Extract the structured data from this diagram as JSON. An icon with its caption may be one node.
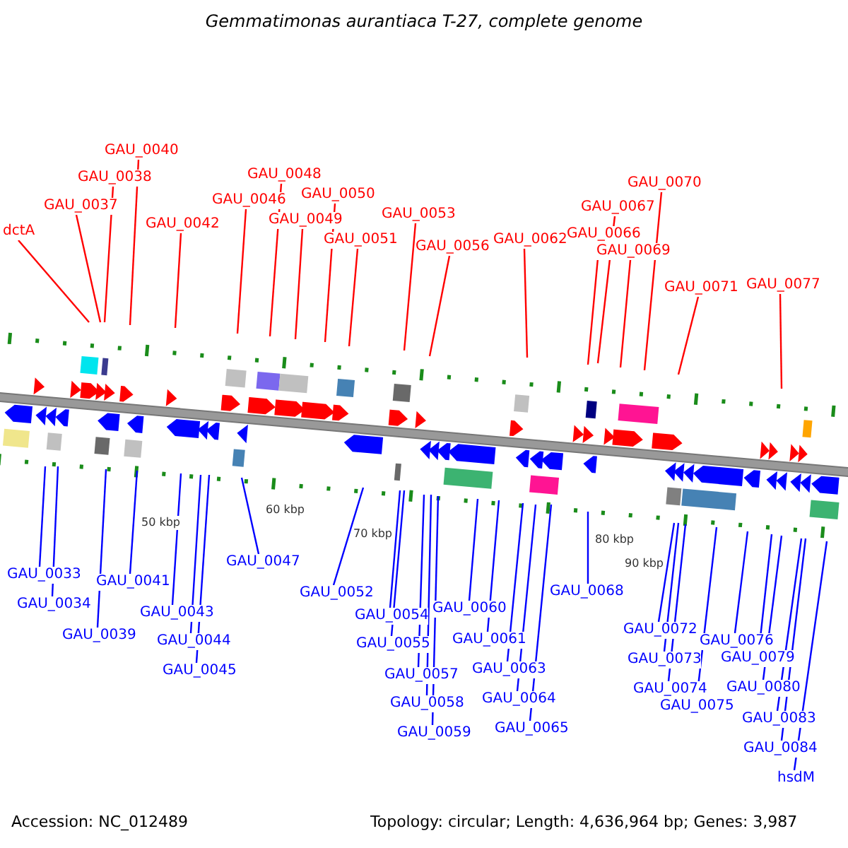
{
  "diagram": {
    "title": "Gemmatimonas aurantiaca T-27, complete genome",
    "nodes": [
      {
        "text": [
          "dctA"
        ]
      },
      {
        "text": [
          "GAU_0037"
        ]
      },
      {
        "text": [
          "GAU_0038"
        ]
      },
      {
        "text": [
          "GAU_0040"
        ]
      },
      {
        "text": [
          "GAU_0042"
        ]
      },
      {
        "text": [
          "GAU_0046"
        ]
      },
      {
        "text": [
          "GAU_0048"
        ]
      },
      {
        "text": [
          "GAU_0049"
        ]
      },
      {
        "text": [
          "GAU_0050"
        ]
      },
      {
        "text": [
          "GAU_0051"
        ]
      },
      {
        "text": [
          "GAU_0053"
        ]
      },
      {
        "text": [
          "GAU_0056"
        ]
      },
      {
        "text": [
          "GAU_0062"
        ]
      },
      {
        "text": [
          "GAU_0066"
        ]
      },
      {
        "text": [
          "GAU_0067"
        ]
      },
      {
        "text": [
          "GAU_0069"
        ]
      },
      {
        "text": [
          "GAU_0070"
        ]
      },
      {
        "text": [
          "GAU_0071"
        ]
      },
      {
        "text": [
          "GAU_0077"
        ]
      },
      {
        "text": [
          "GAU_0033"
        ]
      },
      {
        "text": [
          "GAU_0034"
        ]
      },
      {
        "text": [
          "GAU_0039"
        ]
      },
      {
        "text": [
          "GAU_0041"
        ]
      },
      {
        "text": [
          "GAU_0043"
        ]
      },
      {
        "text": [
          "GAU_0044"
        ]
      },
      {
        "text": [
          "GAU_0045"
        ]
      },
      {
        "text": [
          "GAU_0047"
        ]
      },
      {
        "text": [
          "GAU_0052"
        ]
      },
      {
        "text": [
          "GAU_0054"
        ]
      },
      {
        "text": [
          "GAU_0055"
        ]
      },
      {
        "text": [
          "GAU_0057"
        ]
      },
      {
        "text": [
          "GAU_0058"
        ]
      },
      {
        "text": [
          "GAU_0059"
        ]
      },
      {
        "text": [
          "GAU_0060"
        ]
      },
      {
        "text": [
          "GAU_0061"
        ]
      },
      {
        "text": [
          "GAU_0063"
        ]
      },
      {
        "text": [
          "GAU_0064"
        ]
      },
      {
        "text": [
          "GAU_0065"
        ]
      },
      {
        "text": [
          "GAU_0068"
        ]
      },
      {
        "text": [
          "GAU_0072"
        ]
      },
      {
        "text": [
          "GAU_0073"
        ]
      },
      {
        "text": [
          "GAU_0074"
        ]
      },
      {
        "text": [
          "GAU_0075"
        ]
      },
      {
        "text": [
          "GAU_0076"
        ]
      },
      {
        "text": [
          "GAU_0079"
        ]
      },
      {
        "text": [
          "GAU_0080"
        ]
      },
      {
        "text": [
          "GAU_0083"
        ]
      },
      {
        "text": [
          "GAU_0084"
        ]
      },
      {
        "text": [
          "hsdM"
        ]
      }
    ],
    "edges": [
      {
        "from": 0,
        "to": null,
        "arrow": "none",
        "color": "#ff0000"
      },
      {
        "from": 1,
        "to": null,
        "arrow": "none",
        "color": "#ff0000"
      },
      {
        "from": 2,
        "to": null,
        "arrow": "none",
        "color": "#ff0000"
      },
      {
        "from": 3,
        "to": null,
        "arrow": "none",
        "color": "#ff0000"
      },
      {
        "from": 4,
        "to": null,
        "arrow": "none",
        "color": "#ff0000"
      },
      {
        "from": 5,
        "to": null,
        "arrow": "none",
        "color": "#ff0000"
      },
      {
        "from": 6,
        "to": null,
        "arrow": "none",
        "color": "#ff0000"
      },
      {
        "from": 7,
        "to": null,
        "arrow": "none",
        "color": "#ff0000"
      },
      {
        "from": 8,
        "to": null,
        "arrow": "none",
        "color": "#ff0000"
      },
      {
        "from": 9,
        "to": null,
        "arrow": "none",
        "color": "#ff0000"
      },
      {
        "from": 10,
        "to": null,
        "arrow": "none",
        "color": "#ff0000"
      },
      {
        "from": 11,
        "to": null,
        "arrow": "none",
        "color": "#ff0000"
      },
      {
        "from": 12,
        "to": null,
        "arrow": "none",
        "color": "#ff0000"
      },
      {
        "from": 13,
        "to": null,
        "arrow": "none",
        "color": "#ff0000"
      },
      {
        "from": 14,
        "to": null,
        "arrow": "none",
        "color": "#ff0000"
      },
      {
        "from": 15,
        "to": null,
        "arrow": "none",
        "color": "#ff0000"
      },
      {
        "from": 16,
        "to": null,
        "arrow": "none",
        "color": "#ff0000"
      },
      {
        "from": 17,
        "to": null,
        "arrow": "none",
        "color": "#ff0000"
      },
      {
        "from": 18,
        "to": null,
        "arrow": "none",
        "color": "#ff0000"
      },
      {
        "from": 19,
        "to": null,
        "arrow": "none",
        "color": "#0000ff"
      },
      {
        "from": 20,
        "to": null,
        "arrow": "none",
        "color": "#0000ff"
      },
      {
        "from": 21,
        "to": null,
        "arrow": "none",
        "color": "#0000ff"
      },
      {
        "from": 22,
        "to": null,
        "arrow": "none",
        "color": "#0000ff"
      },
      {
        "from": 23,
        "to": null,
        "arrow": "none",
        "color": "#0000ff"
      },
      {
        "from": 24,
        "to": null,
        "arrow": "none",
        "color": "#0000ff"
      },
      {
        "from": 25,
        "to": null,
        "arrow": "none",
        "color": "#0000ff"
      },
      {
        "from": 26,
        "to": null,
        "arrow": "none",
        "color": "#0000ff"
      },
      {
        "from": 27,
        "to": null,
        "arrow": "none",
        "color": "#0000ff"
      },
      {
        "from": 28,
        "to": null,
        "arrow": "none",
        "color": "#0000ff"
      },
      {
        "from": 29,
        "to": null,
        "arrow": "none",
        "color": "#0000ff"
      },
      {
        "from": 30,
        "to": null,
        "arrow": "none",
        "color": "#0000ff"
      },
      {
        "from": 31,
        "to": null,
        "arrow": "none",
        "color": "#0000ff"
      },
      {
        "from": 32,
        "to": null,
        "arrow": "none",
        "color": "#0000ff"
      },
      {
        "from": 33,
        "to": null,
        "arrow": "none",
        "color": "#0000ff"
      },
      {
        "from": 34,
        "to": null,
        "arrow": "none",
        "color": "#0000ff"
      },
      {
        "from": 35,
        "to": null,
        "arrow": "none",
        "color": "#0000ff"
      },
      {
        "from": 36,
        "to": null,
        "arrow": "none",
        "color": "#0000ff"
      },
      {
        "from": 37,
        "to": null,
        "arrow": "none",
        "color": "#0000ff"
      },
      {
        "from": 38,
        "to": null,
        "arrow": "none",
        "color": "#0000ff"
      },
      {
        "from": 39,
        "to": null,
        "arrow": "none",
        "color": "#0000ff"
      },
      {
        "from": 40,
        "to": null,
        "arrow": "none",
        "color": "#0000ff"
      },
      {
        "from": 41,
        "to": null,
        "arrow": "none",
        "color": "#0000ff"
      },
      {
        "from": 42,
        "to": null,
        "arrow": "none",
        "color": "#0000ff"
      },
      {
        "from": 43,
        "to": null,
        "arrow": "none",
        "color": "#0000ff"
      },
      {
        "from": 44,
        "to": null,
        "arrow": "none",
        "color": "#0000ff"
      },
      {
        "from": 45,
        "to": null,
        "arrow": "none",
        "color": "#0000ff"
      },
      {
        "from": 46,
        "to": null,
        "arrow": "none",
        "color": "#0000ff"
      },
      {
        "from": 47,
        "to": null,
        "arrow": "none",
        "color": "#0000ff"
      },
      {
        "from": 48,
        "to": null,
        "arrow": "none",
        "color": "#0000ff"
      }
    ],
    "labels": [
      "50 kbp",
      "60 kbp",
      "70 kbp",
      "80 kbp",
      "90 kbp",
      "Accession: NC_012489",
      "Topology: circular; Length: 4,636,964 bp; Genes: 3,987"
    ]
  }
}
